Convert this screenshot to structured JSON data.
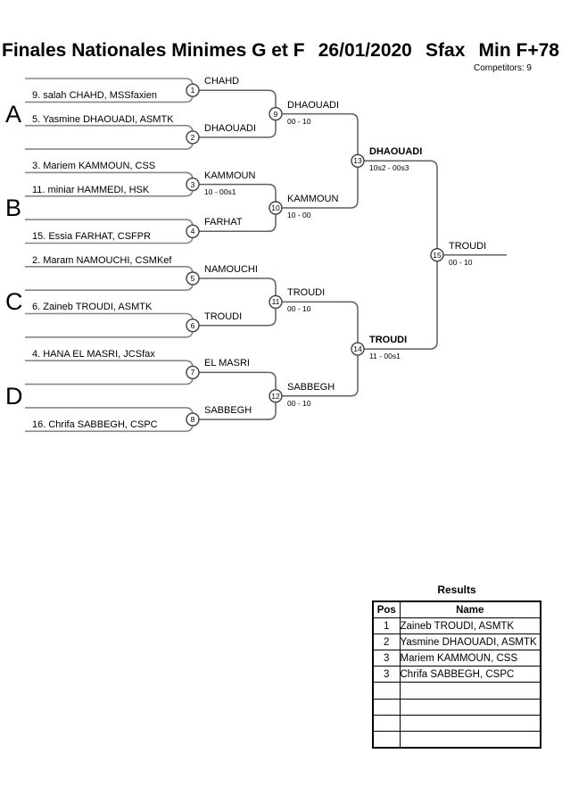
{
  "header": {
    "title_segments": [
      "Finales Nationales Minimes G et F",
      "26/01/2020",
      "Sfax",
      "Min F+78"
    ],
    "competitors_label": "Competitors: 9"
  },
  "bracket": {
    "sections": [
      "A",
      "B",
      "C",
      "D"
    ],
    "entries": [
      {
        "name": "9. salah CHAHD, MSSfaxien"
      },
      {
        "name": "5. Yasmine DHAOUADI, ASMTK"
      },
      {
        "name": "3. Mariem KAMMOUN, CSS"
      },
      {
        "name": "11. miniar HAMMEDI, HSK"
      },
      {
        "name": "15. Essia FARHAT, CSFPR"
      },
      {
        "name": "2. Maram NAMOUCHI, CSMKef"
      },
      {
        "name": "6. Zaineb TROUDI, ASMTK"
      },
      {
        "name": "4. HANA EL MASRI, JCSfax"
      },
      {
        "name": "16. Chrifa SABBEGH, CSPC"
      }
    ],
    "matches": [
      {
        "number": "1",
        "winner": "CHAHD",
        "score": ""
      },
      {
        "number": "2",
        "winner": "DHAOUADI",
        "score": ""
      },
      {
        "number": "3",
        "winner": "KAMMOUN",
        "score": "10 - 00s1"
      },
      {
        "number": "4",
        "winner": "FARHAT",
        "score": ""
      },
      {
        "number": "5",
        "winner": "NAMOUCHI",
        "score": ""
      },
      {
        "number": "6",
        "winner": "TROUDI",
        "score": ""
      },
      {
        "number": "7",
        "winner": "EL MASRI",
        "score": ""
      },
      {
        "number": "8",
        "winner": "SABBEGH",
        "score": ""
      },
      {
        "number": "9",
        "winner": "DHAOUADI",
        "score": "00 - 10"
      },
      {
        "number": "10",
        "winner": "KAMMOUN",
        "score": "10 - 00"
      },
      {
        "number": "11",
        "winner": "TROUDI",
        "score": "00 - 10"
      },
      {
        "number": "12",
        "winner": "SABBEGH",
        "score": "00 - 10"
      },
      {
        "number": "13",
        "winner": "DHAOUADI",
        "score": "10s2 - 00s3"
      },
      {
        "number": "14",
        "winner": "TROUDI",
        "score": "11 - 00s1"
      },
      {
        "number": "15",
        "winner": "TROUDI",
        "score": "00 - 10"
      }
    ]
  },
  "results": {
    "title": "Results",
    "columns": [
      "Pos",
      "Name"
    ],
    "rows": [
      {
        "pos": "1",
        "name": "Zaineb TROUDI, ASMTK"
      },
      {
        "pos": "2",
        "name": "Yasmine DHAOUADI, ASMTK"
      },
      {
        "pos": "3",
        "name": "Mariem KAMMOUN, CSS"
      },
      {
        "pos": "3",
        "name": "Chrifa SABBEGH, CSPC"
      },
      {
        "pos": "",
        "name": ""
      },
      {
        "pos": "",
        "name": ""
      },
      {
        "pos": "",
        "name": ""
      },
      {
        "pos": "",
        "name": ""
      }
    ]
  }
}
